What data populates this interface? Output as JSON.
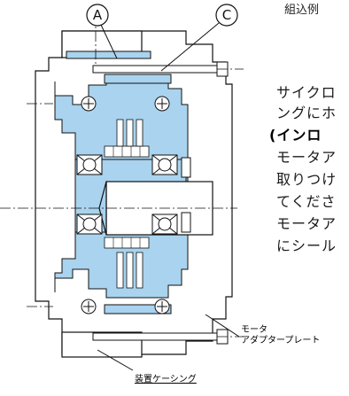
{
  "caption_top": "組込例",
  "markers": {
    "a": "A",
    "c": "C"
  },
  "labels": {
    "motor_plate_line1": "モータ",
    "motor_plate_line2": "アダプタープレート",
    "device_casing": "装置ケーシング"
  },
  "text_lines": [
    "サイクロ",
    "ングにホ",
    "(インロ",
    "モータア",
    "取りつけ",
    "てくださ",
    "モータア",
    "にシール"
  ],
  "colors": {
    "part_fill": "#a9d3ee",
    "line": "#111111",
    "background": "#ffffff"
  }
}
